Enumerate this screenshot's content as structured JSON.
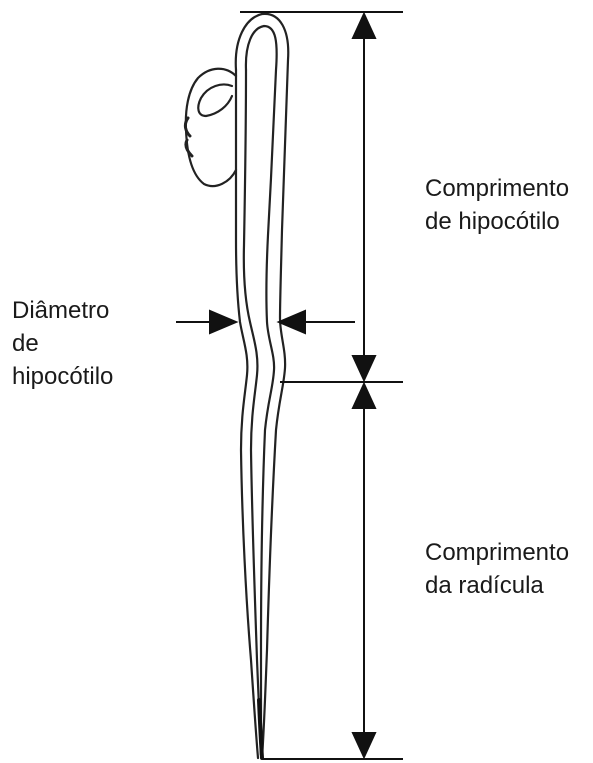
{
  "labels": {
    "hypocotyl_length": [
      "Comprimento",
      "de hipocótilo"
    ],
    "radicle_length": [
      "Comprimento",
      "da radícula"
    ],
    "hypocotyl_diameter": [
      "Diâmetro",
      "de",
      "hipocótilo"
    ]
  },
  "colors": {
    "line": "#111111",
    "text": "#1a1a1a",
    "background": "#ffffff"
  }
}
